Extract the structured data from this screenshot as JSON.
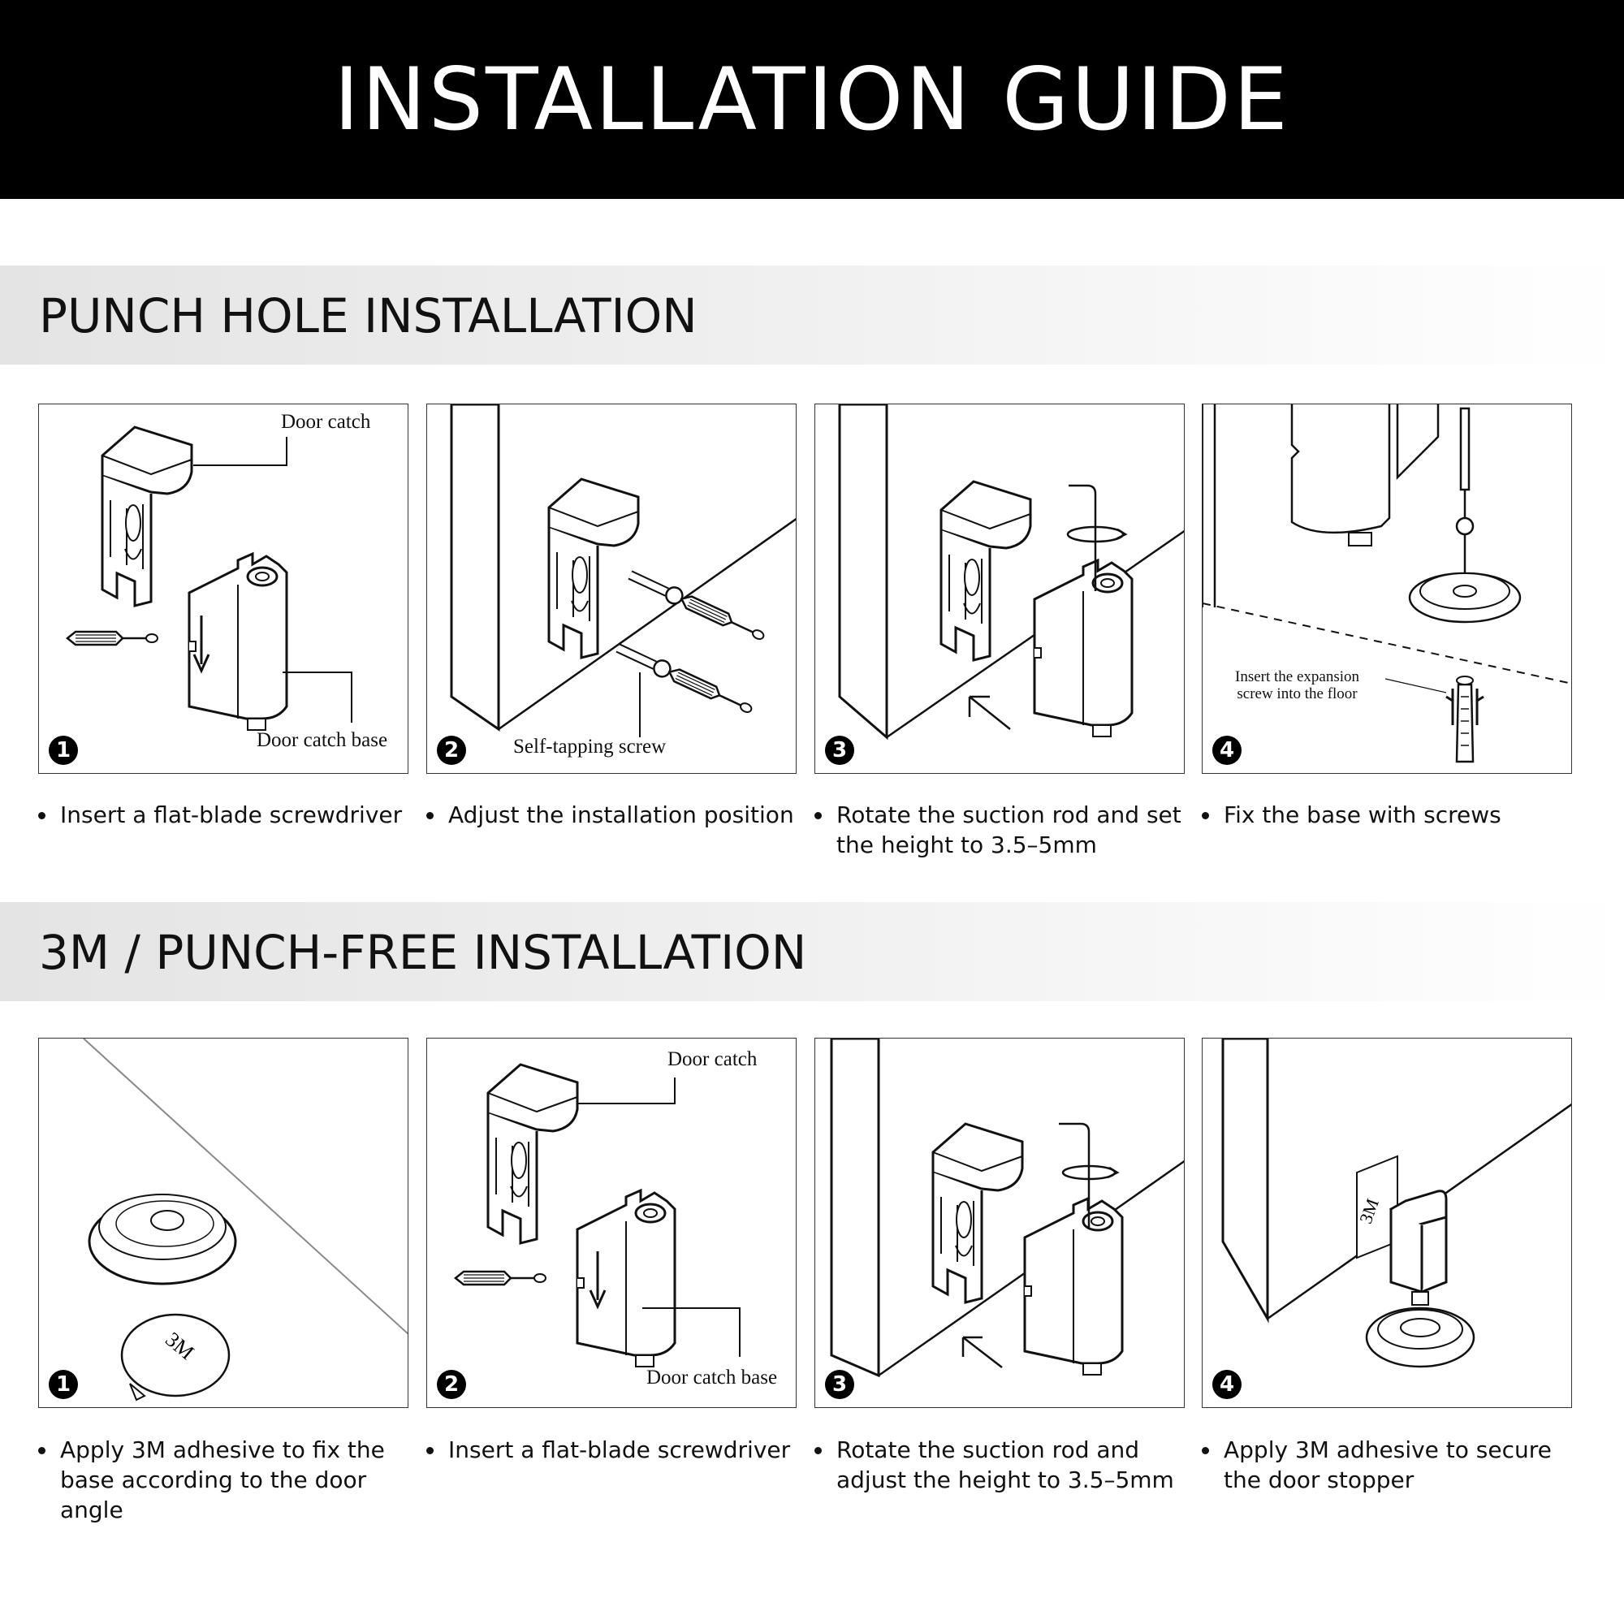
{
  "title": "INSTALLATION GUIDE",
  "sections": [
    {
      "heading": "PUNCH HOLE INSTALLATION",
      "steps": [
        {
          "number": "1",
          "labels": [
            "Door catch",
            "Door catch base"
          ],
          "caption": "Insert a flat-blade screwdriver"
        },
        {
          "number": "2",
          "labels": [
            "Self-tapping screw"
          ],
          "caption": "Adjust the installation position"
        },
        {
          "number": "3",
          "labels": [],
          "caption": "Rotate the suction rod and set the height to 3.5–5mm"
        },
        {
          "number": "4",
          "labels": [
            "Insert the expansion screw into the floor"
          ],
          "caption": "Fix the base with screws"
        }
      ]
    },
    {
      "heading": "3M / PUNCH-FREE INSTALLATION",
      "steps": [
        {
          "number": "1",
          "labels": [
            "3M"
          ],
          "caption": "Apply 3M adhesive to fix the base according to the door angle"
        },
        {
          "number": "2",
          "labels": [
            "Door catch",
            "Door catch base"
          ],
          "caption": "Insert a flat-blade screwdriver"
        },
        {
          "number": "3",
          "labels": [],
          "caption": "Rotate the suction rod and adjust the height to 3.5–5mm"
        },
        {
          "number": "4",
          "labels": [
            "3M"
          ],
          "caption": "Apply 3M adhesive to secure the door stopper"
        }
      ]
    }
  ]
}
